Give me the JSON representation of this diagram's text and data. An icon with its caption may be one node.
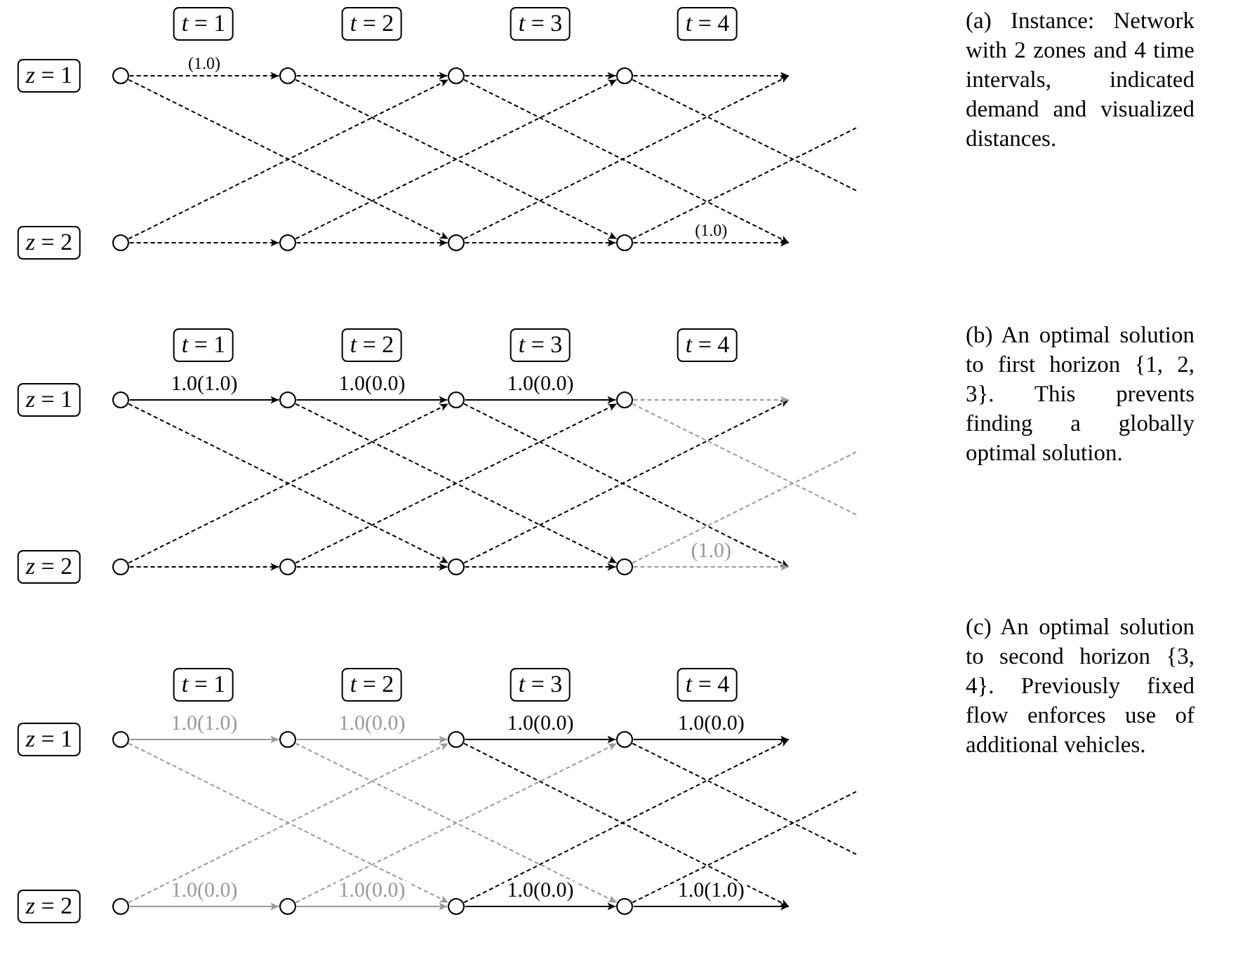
{
  "diagram": {
    "nodes": [
      {
        "text": [
          "*t* = 1"
        ]
      },
      {
        "text": [
          "*t* = 2"
        ]
      },
      {
        "text": [
          "*t* = 3"
        ]
      },
      {
        "text": [
          "*t* = 4"
        ]
      },
      {
        "text": [
          "*z* = 1"
        ]
      },
      {
        "text": [],
        "shape": "circle"
      },
      {
        "text": [],
        "shape": "circle"
      },
      {
        "text": [],
        "shape": "circle"
      },
      {
        "text": [],
        "shape": "circle"
      },
      {
        "text": [
          "*z* = 2"
        ]
      },
      {
        "text": [],
        "shape": "circle"
      },
      {
        "text": [],
        "shape": "circle"
      },
      {
        "text": [],
        "shape": "circle"
      },
      {
        "text": [],
        "shape": "circle"
      },
      {
        "text": [
          "*t* = 1"
        ]
      },
      {
        "text": [
          "*t* = 2"
        ]
      },
      {
        "text": [
          "*t* = 3"
        ]
      },
      {
        "text": [
          "*t* = 4"
        ]
      },
      {
        "text": [
          "*z* = 1"
        ]
      },
      {
        "text": [],
        "shape": "circle"
      },
      {
        "text": [],
        "shape": "circle"
      },
      {
        "text": [],
        "shape": "circle"
      },
      {
        "text": [],
        "shape": "circle"
      },
      {
        "text": [
          "*z* = 2"
        ]
      },
      {
        "text": [],
        "shape": "circle"
      },
      {
        "text": [],
        "shape": "circle"
      },
      {
        "text": [],
        "shape": "circle"
      },
      {
        "text": [],
        "shape": "circle"
      },
      {
        "text": [
          "*t* = 1"
        ]
      },
      {
        "text": [
          "*t* = 2"
        ]
      },
      {
        "text": [
          "*t* = 3"
        ]
      },
      {
        "text": [
          "*t* = 4"
        ]
      },
      {
        "text": [
          "*z* = 1"
        ]
      },
      {
        "text": [],
        "shape": "circle"
      },
      {
        "text": [],
        "shape": "circle"
      },
      {
        "text": [],
        "shape": "circle"
      },
      {
        "text": [],
        "shape": "circle"
      },
      {
        "text": [
          "*z* = 2"
        ]
      },
      {
        "text": [],
        "shape": "circle"
      },
      {
        "text": [],
        "shape": "circle"
      },
      {
        "text": [],
        "shape": "circle"
      },
      {
        "text": [],
        "shape": "circle"
      }
    ],
    "edges": [
      {
        "from": 5,
        "to": 6,
        "arrow": "to",
        "style": "dashed",
        "label": "(1.0)"
      },
      {
        "from": 5,
        "to": 12,
        "arrow": "to",
        "style": "dashed"
      },
      {
        "from": 10,
        "to": 11,
        "arrow": "to",
        "style": "dashed"
      },
      {
        "from": 10,
        "to": 7,
        "arrow": "to",
        "style": "dashed"
      },
      {
        "from": 6,
        "to": 7,
        "arrow": "to",
        "style": "dashed"
      },
      {
        "from": 6,
        "to": 13,
        "arrow": "to",
        "style": "dashed"
      },
      {
        "from": 11,
        "to": 12,
        "arrow": "to",
        "style": "dashed"
      },
      {
        "from": 11,
        "to": 8,
        "arrow": "to",
        "style": "dashed"
      },
      {
        "from": 7,
        "to": 8,
        "arrow": "to",
        "style": "dashed"
      },
      {
        "from": 7,
        "to": null,
        "arrow": "to",
        "style": "dashed"
      },
      {
        "from": 12,
        "to": 13,
        "arrow": "to",
        "style": "dashed"
      },
      {
        "from": 12,
        "to": null,
        "arrow": "to",
        "style": "dashed"
      },
      {
        "from": 8,
        "to": null,
        "arrow": "to",
        "style": "dashed"
      },
      {
        "from": 8,
        "to": null,
        "arrow": "none",
        "style": "dashed"
      },
      {
        "from": 13,
        "to": null,
        "arrow": "to",
        "style": "dashed",
        "label": "(1.0)"
      },
      {
        "from": 13,
        "to": null,
        "arrow": "none",
        "style": "dashed"
      },
      {
        "from": 19,
        "to": 20,
        "arrow": "to",
        "label": "1.0(1.0)"
      },
      {
        "from": 19,
        "to": 26,
        "arrow": "to",
        "style": "dashed"
      },
      {
        "from": 24,
        "to": 25,
        "arrow": "to",
        "style": "dashed"
      },
      {
        "from": 24,
        "to": 21,
        "arrow": "to",
        "style": "dashed"
      },
      {
        "from": 20,
        "to": 21,
        "arrow": "to",
        "label": "1.0(0.0)"
      },
      {
        "from": 20,
        "to": 27,
        "arrow": "to",
        "style": "dashed"
      },
      {
        "from": 25,
        "to": 26,
        "arrow": "to",
        "style": "dashed"
      },
      {
        "from": 25,
        "to": 22,
        "arrow": "to",
        "style": "dashed"
      },
      {
        "from": 21,
        "to": 22,
        "arrow": "to",
        "label": "1.0(0.0)"
      },
      {
        "from": 21,
        "to": null,
        "arrow": "to",
        "style": "dashed"
      },
      {
        "from": 26,
        "to": 27,
        "arrow": "to",
        "style": "dashed"
      },
      {
        "from": 26,
        "to": null,
        "arrow": "to",
        "style": "dashed"
      },
      {
        "from": 22,
        "to": null,
        "arrow": "to",
        "style": "dashed",
        "color": "#999999"
      },
      {
        "from": 22,
        "to": null,
        "arrow": "none",
        "style": "dashed",
        "color": "#999999"
      },
      {
        "from": 27,
        "to": null,
        "arrow": "to",
        "style": "dashed",
        "color": "#999999",
        "label": "(1.0)"
      },
      {
        "from": 27,
        "to": null,
        "arrow": "none",
        "style": "dashed",
        "color": "#999999"
      },
      {
        "from": 33,
        "to": 34,
        "arrow": "to",
        "color": "#999999",
        "label": "1.0(1.0)"
      },
      {
        "from": 33,
        "to": 40,
        "arrow": "to",
        "style": "dashed",
        "color": "#999999"
      },
      {
        "from": 38,
        "to": 39,
        "arrow": "to",
        "color": "#999999",
        "label": "1.0(0.0)"
      },
      {
        "from": 38,
        "to": 35,
        "arrow": "to",
        "style": "dashed",
        "color": "#999999"
      },
      {
        "from": 34,
        "to": 35,
        "arrow": "to",
        "color": "#999999",
        "label": "1.0(0.0)"
      },
      {
        "from": 34,
        "to": 41,
        "arrow": "to",
        "style": "dashed",
        "color": "#999999"
      },
      {
        "from": 39,
        "to": 40,
        "arrow": "to",
        "color": "#999999",
        "label": "1.0(0.0)"
      },
      {
        "from": 39,
        "to": 36,
        "arrow": "to",
        "style": "dashed",
        "color": "#999999"
      },
      {
        "from": 35,
        "to": 36,
        "arrow": "to",
        "label": "1.0(0.0)"
      },
      {
        "from": 35,
        "to": null,
        "arrow": "to",
        "style": "dashed"
      },
      {
        "from": 40,
        "to": 41,
        "arrow": "to",
        "label": "1.0(0.0)"
      },
      {
        "from": 40,
        "to": null,
        "arrow": "to",
        "style": "dashed"
      },
      {
        "from": 36,
        "to": null,
        "arrow": "to",
        "label": "1.0(0.0)"
      },
      {
        "from": 36,
        "to": null,
        "arrow": "none",
        "style": "dashed"
      },
      {
        "from": 41,
        "to": null,
        "arrow": "to",
        "label": "1.0(1.0)"
      },
      {
        "from": 41,
        "to": null,
        "arrow": "none",
        "style": "dashed"
      }
    ],
    "labels": [
      "(a) Instance: Network with 2 zones and 4 time intervals, indicated demand and visualized distances.",
      "(b) An optimal solution to first horizon {1, 2, 3}. This prevents finding a globally optimal solution.",
      "(c) An optimal solution to second horizon {3, 4}. Previously fixed flow enforces use of additional vehicles."
    ]
  }
}
